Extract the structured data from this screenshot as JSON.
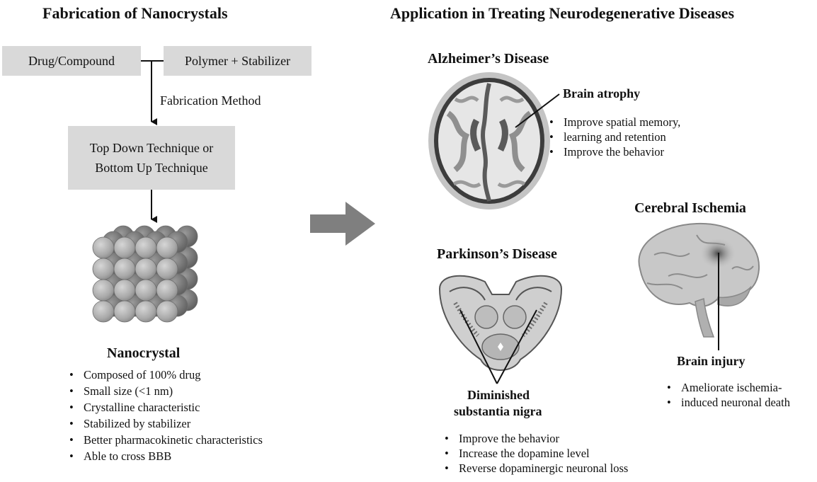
{
  "left": {
    "title": "Fabrication of Nanocrystals",
    "box_drug": "Drug/Compound",
    "box_polymer": "Polymer + Stabilizer",
    "method_label": "Fabrication Method",
    "technique_line1": "Top Down Technique or",
    "technique_line2": "Bottom Up Technique",
    "nanocrystal_title": "Nanocrystal",
    "nanocrystal_bullets": [
      "Composed of 100% drug",
      "Small size (<1 nm)",
      "Crystalline characteristic",
      "Stabilized by stabilizer",
      "Better pharmacokinetic characteristics",
      "Able to cross BBB"
    ]
  },
  "right": {
    "title": "Application in Treating Neurodegenerative Diseases",
    "alzheimers": {
      "title": "Alzheimer’s Disease",
      "callout": "Brain atrophy",
      "bullets": [
        "Improve spatial memory,",
        "learning and retention",
        "Improve the behavior"
      ]
    },
    "ischemia": {
      "title": "Cerebral Ischemia",
      "callout": "Brain injury",
      "bullets": [
        "Ameliorate ischemia-",
        "induced neuronal death"
      ]
    },
    "parkinsons": {
      "title": "Parkinson’s Disease",
      "callout_line1": "Diminished",
      "callout_line2": "substantia nigra",
      "bullets": [
        "Improve the behavior",
        "Increase the dopamine level",
        "Reverse dopaminergic neuronal loss"
      ]
    }
  },
  "colors": {
    "box_fill": "#d9d9d9",
    "arrow": "#7f7f7f",
    "sphere_light": "#bdbdbd",
    "sphere_dark": "#7a7a7a"
  }
}
